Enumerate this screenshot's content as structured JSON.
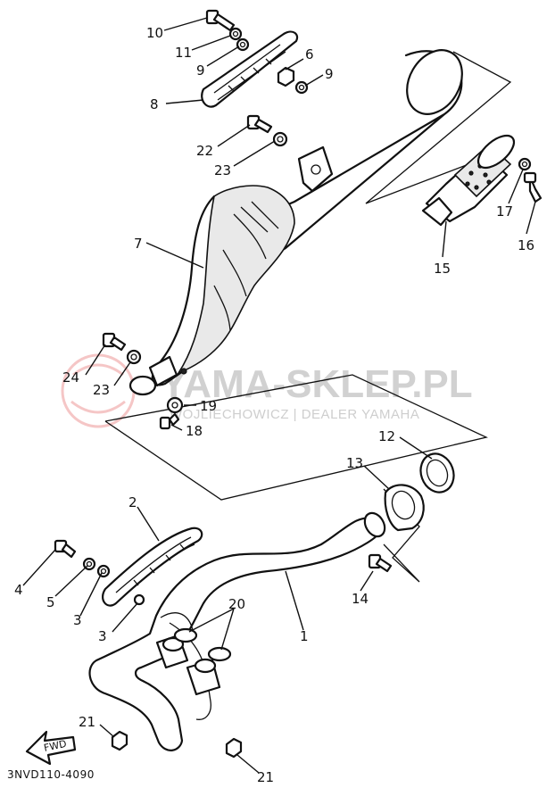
{
  "diagram_code": "3NVD110-4090",
  "watermark": {
    "title": "YAMA-SKLEP.PL",
    "subtitle": "WOJLIECHOWICZ | DEALER YAMAHA"
  },
  "fwd_label": "FWD",
  "callouts": {
    "p1": "1",
    "p2": "2",
    "p3a": "3",
    "p3b": "3",
    "p4": "4",
    "p5": "5",
    "p6": "6",
    "p7": "7",
    "p8": "8",
    "p9a": "9",
    "p9b": "9",
    "p10": "10",
    "p11": "11",
    "p12": "12",
    "p13": "13",
    "p14": "14",
    "p15": "15",
    "p16": "16",
    "p17": "17",
    "p18": "18",
    "p19": "19",
    "p20": "20",
    "p21a": "21",
    "p21b": "21",
    "p22": "22",
    "p23a": "23",
    "p23b": "23",
    "p24": "24"
  },
  "colors": {
    "line": "#111111",
    "watermark_text": "#c9c9c9",
    "watermark_logo": "#f2b8b8"
  }
}
